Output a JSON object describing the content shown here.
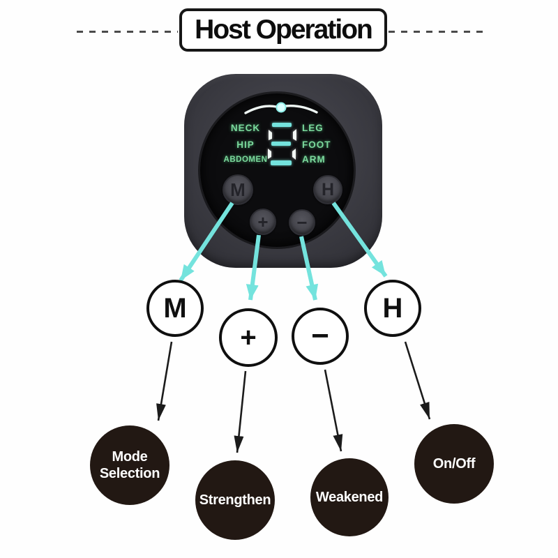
{
  "header": {
    "title": "Host Operation"
  },
  "device": {
    "display": {
      "left_labels": [
        "NECK",
        "HIP",
        "ABDOMEN"
      ],
      "right_labels": [
        "LEG",
        "FOOT",
        "ARM"
      ]
    },
    "buttons": [
      {
        "id": "mode",
        "label": "M"
      },
      {
        "id": "increase",
        "label": "+"
      },
      {
        "id": "decrease",
        "label": "−"
      },
      {
        "id": "power",
        "label": "H"
      }
    ]
  },
  "legend": {
    "items": [
      {
        "symbol": "M",
        "function": "Mode Selection"
      },
      {
        "symbol": "+",
        "function": "Strengthen"
      },
      {
        "symbol": "−",
        "function": "Weakened"
      },
      {
        "symbol": "H",
        "function": "On/Off"
      }
    ]
  },
  "colors": {
    "accent_cyan": "#74e3dd",
    "display_green": "#7bd99c",
    "outcome_bg": "#221813",
    "arrow_black": "#1b1b1b"
  }
}
